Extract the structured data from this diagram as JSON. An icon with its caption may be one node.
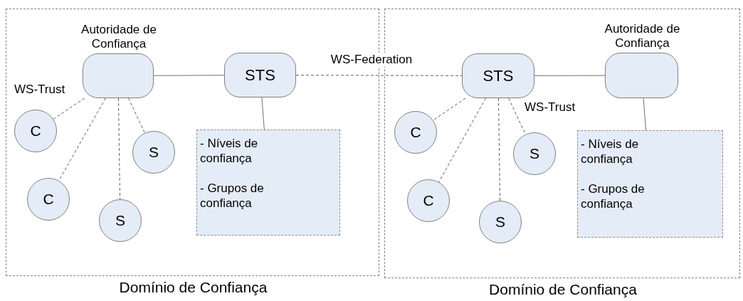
{
  "diagram": {
    "nodes": [
      {
        "text": [
          "Domínio de Confiança"
        ]
      },
      {
        "text": [
          "Autoridade de Confiança"
        ],
        "in": 0
      },
      {
        "text": [
          "STS"
        ],
        "in": 0
      },
      {
        "text": [
          "- Níveis de confiança",
          "- Grupos de confiança"
        ],
        "in": 0
      },
      {
        "text": [
          "C"
        ],
        "in": 0
      },
      {
        "text": [
          "C"
        ],
        "in": 0
      },
      {
        "text": [
          "S"
        ],
        "in": 0
      },
      {
        "text": [
          "S"
        ],
        "in": 0
      },
      {
        "text": [
          "Domínio de Confiança"
        ]
      },
      {
        "text": [
          "STS"
        ],
        "in": 8
      },
      {
        "text": [
          "Autoridade de Confiança"
        ],
        "in": 8
      },
      {
        "text": [
          "- Níveis de confiança",
          "- Grupos de confiança"
        ],
        "in": 8
      },
      {
        "text": [
          "C"
        ],
        "in": 8
      },
      {
        "text": [
          "C"
        ],
        "in": 8
      },
      {
        "text": [
          "S"
        ],
        "in": 8
      },
      {
        "text": [
          "S"
        ],
        "in": 8
      }
    ],
    "edges": [
      {
        "from": 1,
        "to": 2,
        "arrow": "none"
      },
      {
        "from": 2,
        "to": 3,
        "arrow": "none"
      },
      {
        "from": 1,
        "to": 4,
        "arrow": "none",
        "style": "dashed"
      },
      {
        "from": 1,
        "to": 5,
        "arrow": "none",
        "style": "dashed"
      },
      {
        "from": 1,
        "to": 6,
        "arrow": "none",
        "style": "dashed"
      },
      {
        "from": 1,
        "to": 7,
        "arrow": "none",
        "style": "dashed"
      },
      {
        "from": 2,
        "to": 9,
        "arrow": "none",
        "style": "dashed",
        "label": "WS-Federation"
      },
      {
        "from": 9,
        "to": 10,
        "arrow": "none"
      },
      {
        "from": 10,
        "to": 11,
        "arrow": "none"
      },
      {
        "from": 9,
        "to": 12,
        "arrow": "none",
        "style": "dashed"
      },
      {
        "from": 9,
        "to": 13,
        "arrow": "none",
        "style": "dashed"
      },
      {
        "from": 9,
        "to": 14,
        "arrow": "none",
        "style": "dashed"
      },
      {
        "from": 9,
        "to": 15,
        "arrow": "none",
        "style": "dashed"
      }
    ],
    "labels": [
      "WS-Trust",
      "WS-Trust"
    ]
  }
}
